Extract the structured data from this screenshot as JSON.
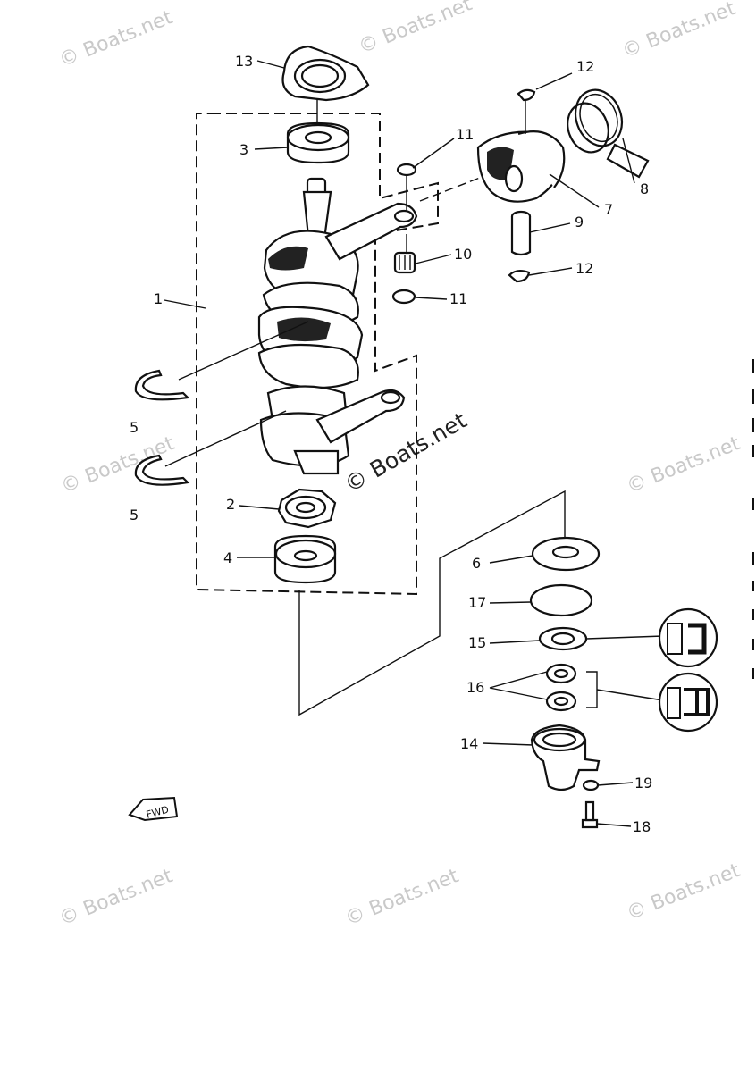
{
  "watermark": {
    "text": "© Boats.net"
  },
  "fwd_label": "FWD",
  "callouts": [
    {
      "id": "13",
      "text": "13"
    },
    {
      "id": "3",
      "text": "3"
    },
    {
      "id": "12a",
      "text": "12"
    },
    {
      "id": "11a",
      "text": "11"
    },
    {
      "id": "8",
      "text": "8"
    },
    {
      "id": "7",
      "text": "7"
    },
    {
      "id": "9",
      "text": "9"
    },
    {
      "id": "10",
      "text": "10"
    },
    {
      "id": "12b",
      "text": "12"
    },
    {
      "id": "11b",
      "text": "11"
    },
    {
      "id": "1",
      "text": "1"
    },
    {
      "id": "5a",
      "text": "5"
    },
    {
      "id": "5b",
      "text": "5"
    },
    {
      "id": "2",
      "text": "2"
    },
    {
      "id": "4",
      "text": "4"
    },
    {
      "id": "6",
      "text": "6"
    },
    {
      "id": "17",
      "text": "17"
    },
    {
      "id": "15",
      "text": "15"
    },
    {
      "id": "16",
      "text": "16"
    },
    {
      "id": "14",
      "text": "14"
    },
    {
      "id": "19",
      "text": "19"
    },
    {
      "id": "18",
      "text": "18"
    }
  ]
}
